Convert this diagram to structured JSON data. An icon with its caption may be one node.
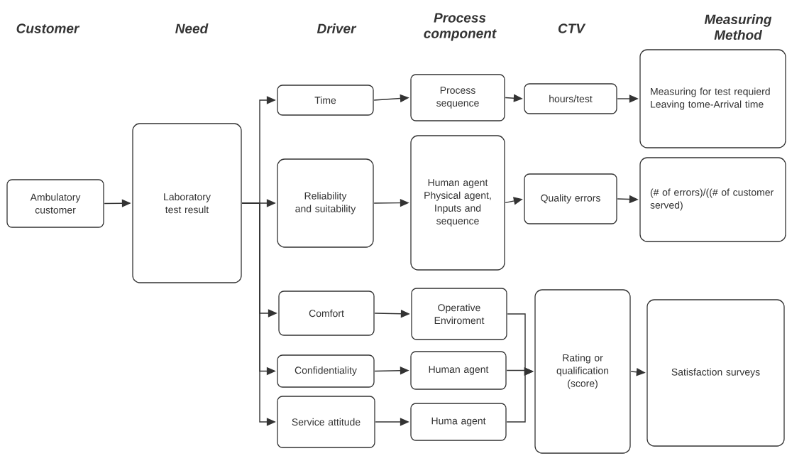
{
  "diagram": {
    "nodes": [
      {
        "text": [
          "Ambulatory customer"
        ]
      },
      {
        "text": [
          "Laboratory test result"
        ]
      },
      {
        "text": [
          "Time"
        ]
      },
      {
        "text": [
          "Reliability and suitability"
        ]
      },
      {
        "text": [
          "Comfort"
        ]
      },
      {
        "text": [
          "Confidentiality"
        ]
      },
      {
        "text": [
          "Service attitude"
        ]
      },
      {
        "text": [
          "Process sequence"
        ]
      },
      {
        "text": [
          "Human agent Physical agent, Inputs and sequence"
        ]
      },
      {
        "text": [
          "Operative Enviroment"
        ]
      },
      {
        "text": [
          "Human agent"
        ]
      },
      {
        "text": [
          "Huma agent"
        ]
      },
      {
        "text": [
          "hours/test"
        ]
      },
      {
        "text": [
          "Quality errors"
        ]
      },
      {
        "text": [
          "Rating or qualification (score)"
        ]
      },
      {
        "text": [
          "Measuring for  test requierd",
          "Leaving tome-Arrival time"
        ]
      },
      {
        "text": [
          "(# of errors)/((# of customer served)"
        ]
      },
      {
        "text": [
          "Satisfaction surveys"
        ]
      }
    ],
    "edges": [
      {
        "from": 0,
        "to": 1,
        "arrow": "to"
      },
      {
        "from": 1,
        "to": 2,
        "arrow": "to"
      },
      {
        "from": 1,
        "to": 3,
        "arrow": "to"
      },
      {
        "from": 1,
        "to": 4,
        "arrow": "to"
      },
      {
        "from": 1,
        "to": 5,
        "arrow": "to"
      },
      {
        "from": 1,
        "to": 6,
        "arrow": "to"
      },
      {
        "from": 2,
        "to": 7,
        "arrow": "to"
      },
      {
        "from": 3,
        "to": 8,
        "arrow": "to"
      },
      {
        "from": 4,
        "to": 9,
        "arrow": "to"
      },
      {
        "from": 5,
        "to": 10,
        "arrow": "to"
      },
      {
        "from": 6,
        "to": 11,
        "arrow": "to"
      },
      {
        "from": 7,
        "to": 12,
        "arrow": "to"
      },
      {
        "from": 8,
        "to": 13,
        "arrow": "to"
      },
      {
        "from": 12,
        "to": 15,
        "arrow": "to"
      },
      {
        "from": 13,
        "to": 16,
        "arrow": "to"
      },
      {
        "from": 9,
        "to": 14,
        "arrow": "to"
      },
      {
        "from": 10,
        "to": 14,
        "arrow": "to"
      },
      {
        "from": 11,
        "to": 14,
        "arrow": "to"
      },
      {
        "from": 14,
        "to": 17,
        "arrow": "to"
      }
    ],
    "labels": [
      "Customer",
      "Need",
      "Driver",
      "Process component",
      "CTV",
      "Measuring Method"
    ]
  }
}
